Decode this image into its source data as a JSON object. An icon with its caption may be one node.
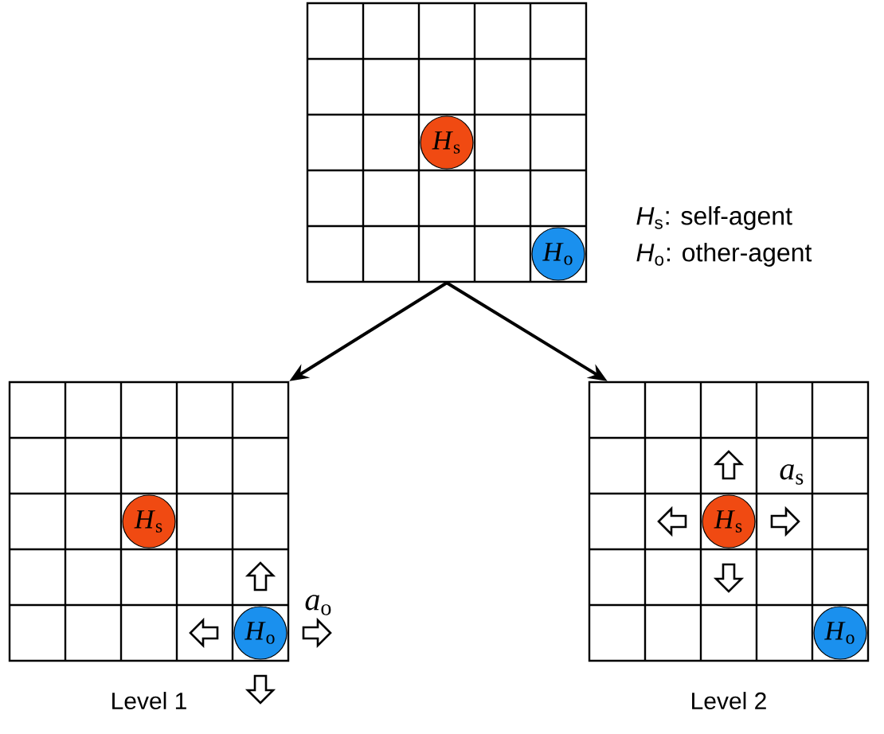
{
  "diagram": {
    "nodes": [
      {
        "text": [],
        "shape": "box"
      },
      {
        "text": [
          "*H*$_{s}$"
        ],
        "in": 0
      },
      {
        "text": [
          "*H*$_{o}$"
        ],
        "in": 0
      },
      {
        "text": [],
        "shape": "box",
        "beside": [
          "Level 1"
        ]
      },
      {
        "text": [
          "*H*$_{s}$"
        ],
        "in": 3
      },
      {
        "text": [
          "*H*$_{o}$"
        ],
        "in": 3
      },
      {
        "text": [],
        "shape": "box",
        "beside": [
          "Level 2"
        ]
      },
      {
        "text": [
          "*H*$_{s}$"
        ],
        "in": 6
      },
      {
        "text": [
          "*H*$_{o}$"
        ],
        "in": 6
      }
    ],
    "edges": [
      {
        "from": 0,
        "to": 3,
        "arrow": "to"
      },
      {
        "from": 0,
        "to": 6,
        "arrow": "to"
      }
    ],
    "labels": [
      "*H*$_{s}$: self-agent",
      "*H*$_{o}$: other-agent",
      "*a*$_{o}$",
      "*a*$_{s}$"
    ]
  }
}
